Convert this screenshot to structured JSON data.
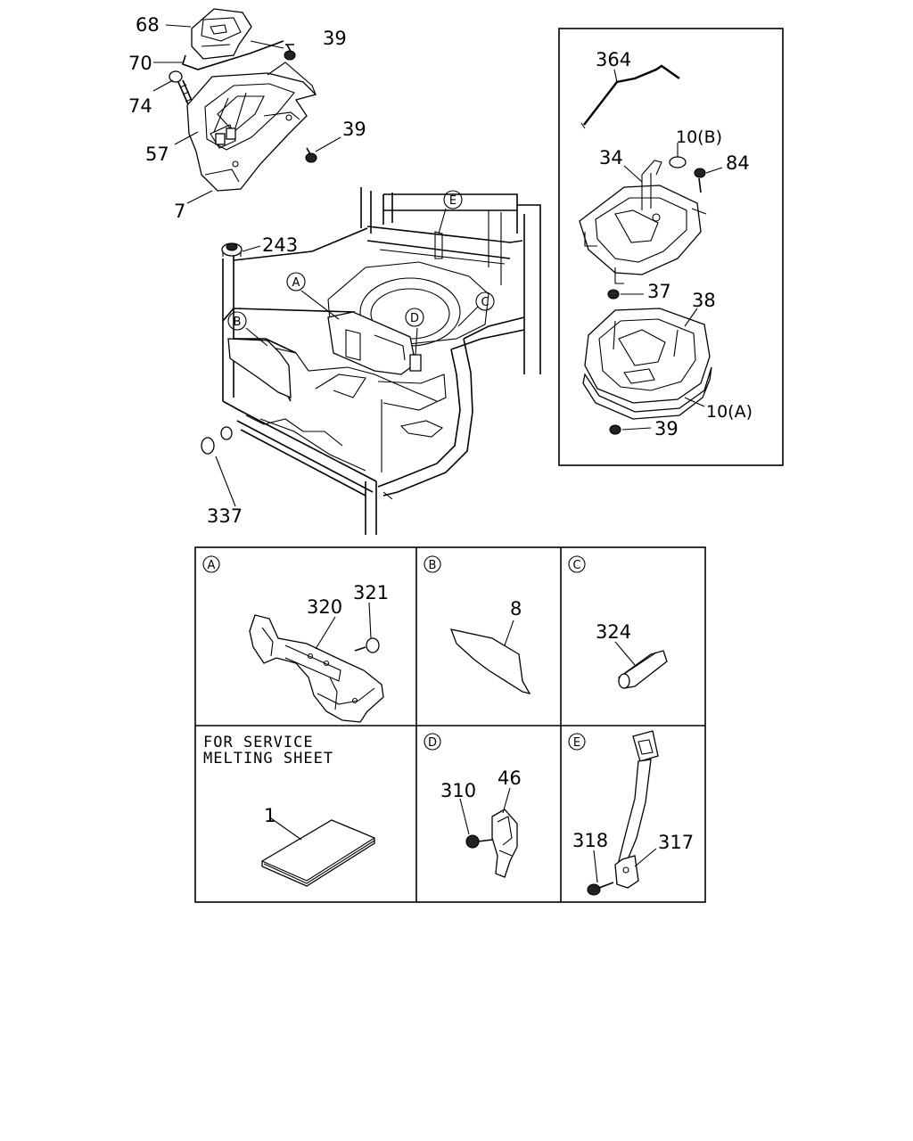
{
  "main_diagram": {
    "labels": {
      "p68": "68",
      "p39a": "39",
      "p70": "70",
      "p74": "74",
      "p57": "57",
      "p39b": "39",
      "p7": "7",
      "p243": "243",
      "p337": "337"
    },
    "callouts": {
      "a": "A",
      "b": "B",
      "c": "C",
      "d": "D",
      "e": "E"
    }
  },
  "inset_panel": {
    "labels": {
      "p364": "364",
      "p10b": "10(B)",
      "p34": "34",
      "p84": "84",
      "p37": "37",
      "p38": "38",
      "p10a": "10(A)",
      "p39": "39"
    }
  },
  "detail_grid": {
    "cell_a": {
      "marker": "A",
      "labels": {
        "p320": "320",
        "p321": "321"
      }
    },
    "cell_b": {
      "marker": "B",
      "labels": {
        "p8": "8"
      }
    },
    "cell_c": {
      "marker": "C",
      "labels": {
        "p324": "324"
      }
    },
    "cell_service": {
      "title_line1": "FOR SERVICE",
      "title_line2": "MELTING SHEET",
      "labels": {
        "p1": "1"
      }
    },
    "cell_d": {
      "marker": "D",
      "labels": {
        "p310": "310",
        "p46": "46"
      }
    },
    "cell_e": {
      "marker": "E",
      "labels": {
        "p318": "318",
        "p317": "317"
      }
    }
  }
}
